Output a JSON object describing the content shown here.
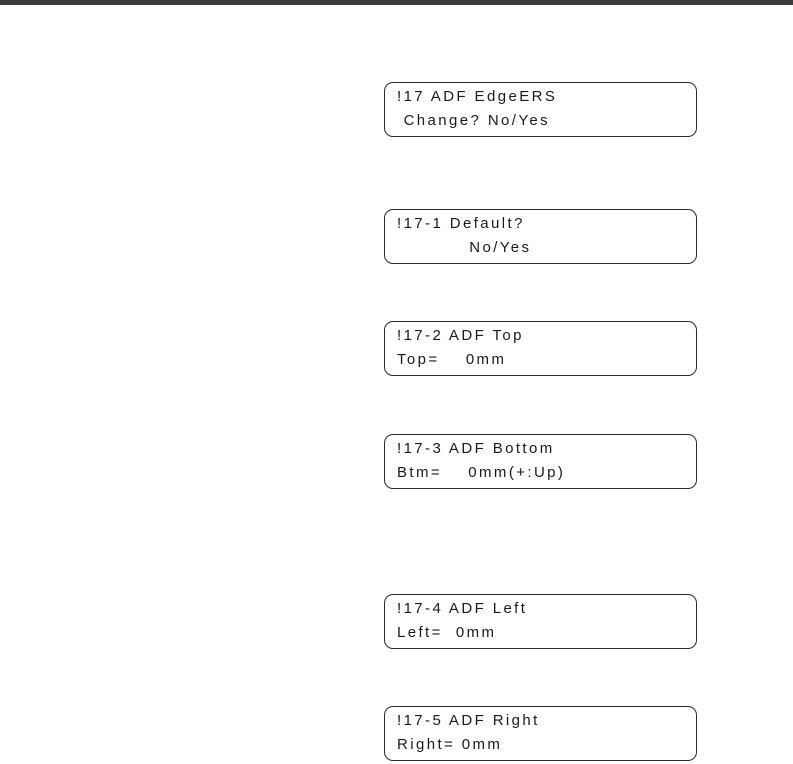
{
  "displays": [
    {
      "line1": "!17 ADF EdgeERS",
      "line2": " Change? No/Yes"
    },
    {
      "line1": "!17-1 Default?",
      "line2": "           No/Yes"
    },
    {
      "line1": "!17-2 ADF Top",
      "line2": "Top=    0mm"
    },
    {
      "line1": "!17-3 ADF Bottom",
      "line2": "Btm=    0mm(+:Up)"
    },
    {
      "line1": "!17-4 ADF Left",
      "line2": "Left=  0mm"
    },
    {
      "line1": "!17-5 ADF Right",
      "line2": "Right= 0mm"
    }
  ]
}
